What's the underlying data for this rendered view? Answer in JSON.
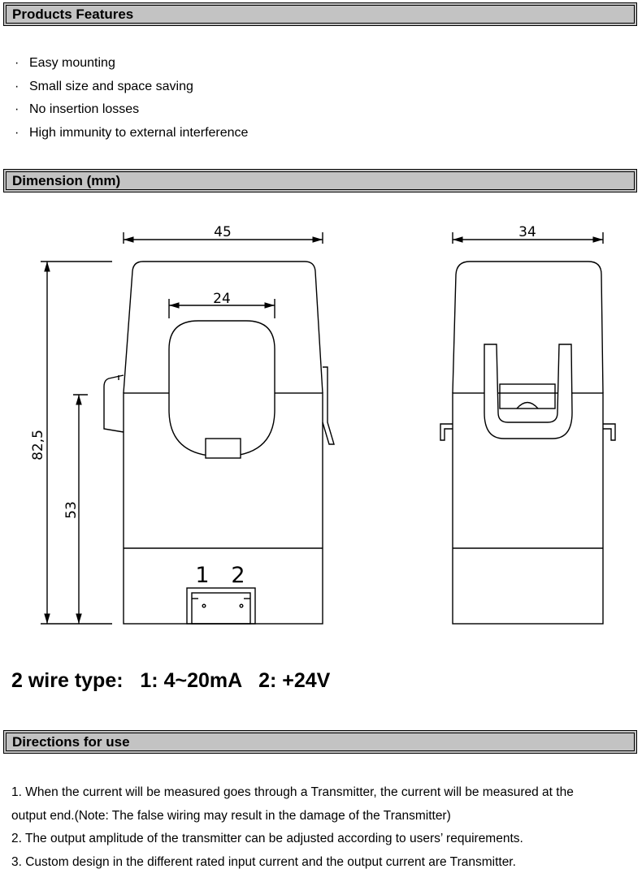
{
  "sections": {
    "features_title": "Products Features",
    "dimension_title": "Dimension (mm)",
    "directions_title": "Directions for use"
  },
  "features": [
    "Easy mounting",
    "Small size and space saving",
    "No insertion losses",
    "High immunity to external interference"
  ],
  "bullet_glyph": "·",
  "drawing": {
    "front_width": "45",
    "window_width": "24",
    "total_height": "82,5",
    "lower_height": "53",
    "pin1": "1",
    "pin2": "2",
    "side_width": "34"
  },
  "wire_type": {
    "label": "2 wire type:",
    "pin1": "1: 4~20mA",
    "pin2": "2: +24V"
  },
  "directions": [
    "1. When the current will be measured goes through a Transmitter, the current will be measured at the",
    "output end.(Note: The false wiring may result in the damage of the Transmitter)",
    "2. The output amplitude of the transmitter can be adjusted according to users’ requirements.",
    "3. Custom design in the different rated input current and the output current are Transmitter."
  ],
  "colors": {
    "header_bg": "#c3c3c3",
    "line": "#000000"
  }
}
